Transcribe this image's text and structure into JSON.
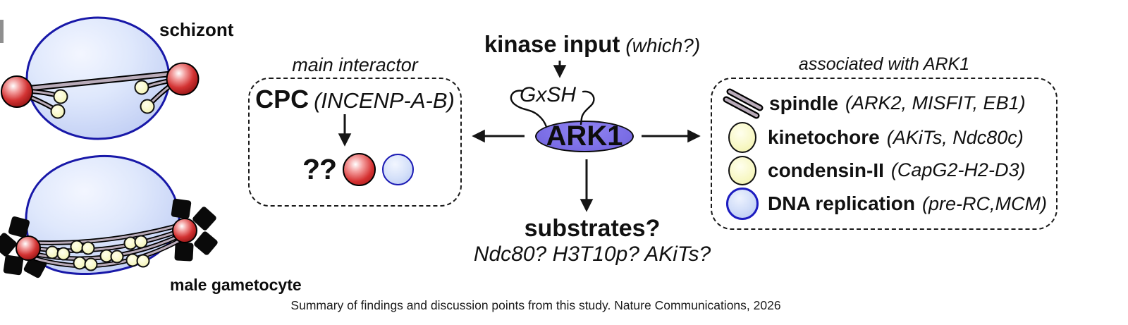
{
  "cells": {
    "schizont": {
      "label": "schizont"
    },
    "male_gametocyte": {
      "label": "male gametocyte"
    }
  },
  "main_interactor": {
    "title": "main interactor",
    "complex": "CPC",
    "complex_components": "(INCENP-A-B)",
    "unknown_marker": "??"
  },
  "kinase": {
    "input_label": "kinase input",
    "input_note": "(which?)",
    "motif": "GxSH",
    "name": "ARK1",
    "substrates_label": "substrates?",
    "substrate_candidates": "Ndc80? H3T10p? AKiTs?"
  },
  "associated": {
    "title": "associated with ARK1",
    "items": [
      {
        "icon": "spindle-icon",
        "label": "spindle",
        "detail": "(ARK2, MISFIT, EB1)"
      },
      {
        "icon": "kinetochore-icon",
        "label": "kinetochore",
        "detail": "(AKiTs, Ndc80c)"
      },
      {
        "icon": "condensin-icon",
        "label": "condensin-II",
        "detail": "(CapG2-H2-D3)"
      },
      {
        "icon": "dna-replication-icon",
        "label": "DNA replication",
        "detail": "(pre-RC,MCM)"
      }
    ]
  },
  "figure": {
    "caption": "Summary of findings and discussion points from this study. Nature Communications, 2026"
  },
  "colors": {
    "ark1_fill": "#7e71e8",
    "cell_border": "#1818a8",
    "cell_fill_light": "#eef3fe",
    "cell_fill_dark": "#b7c6f2",
    "pole_red": "#cc2727",
    "kinetochore_yellow": "#f6f6bd",
    "dna_blue": "#c7d5f6",
    "spindle_gray": "#b9abb9",
    "axoneme_black": "#0a0a0a",
    "line_black": "#1a1a1a"
  }
}
